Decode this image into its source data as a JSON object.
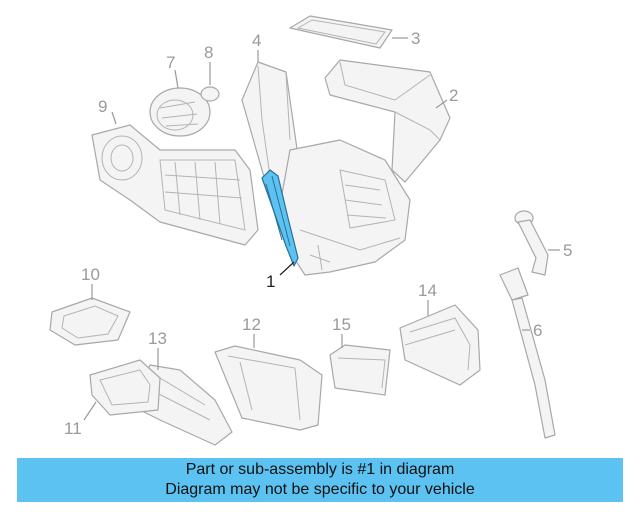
{
  "callouts": [
    {
      "id": "1",
      "label": "1",
      "highlighted": true
    },
    {
      "id": "2",
      "label": "2"
    },
    {
      "id": "3",
      "label": "3"
    },
    {
      "id": "4",
      "label": "4"
    },
    {
      "id": "5",
      "label": "5"
    },
    {
      "id": "6",
      "label": "6"
    },
    {
      "id": "7",
      "label": "7"
    },
    {
      "id": "8",
      "label": "8"
    },
    {
      "id": "9",
      "label": "9"
    },
    {
      "id": "10",
      "label": "10"
    },
    {
      "id": "11",
      "label": "11"
    },
    {
      "id": "12",
      "label": "12"
    },
    {
      "id": "13",
      "label": "13"
    },
    {
      "id": "14",
      "label": "14"
    },
    {
      "id": "15",
      "label": "15"
    }
  ],
  "banner": {
    "line1": "Part or sub-assembly is #1 in diagram",
    "line2": "Diagram may not be specific to your vehicle"
  },
  "colors": {
    "banner_bg": "#5bc2f2",
    "highlight_fill": "#5bc2f2",
    "part_outline": "#a8a8a8",
    "callout_text": "#9a9a9a"
  }
}
